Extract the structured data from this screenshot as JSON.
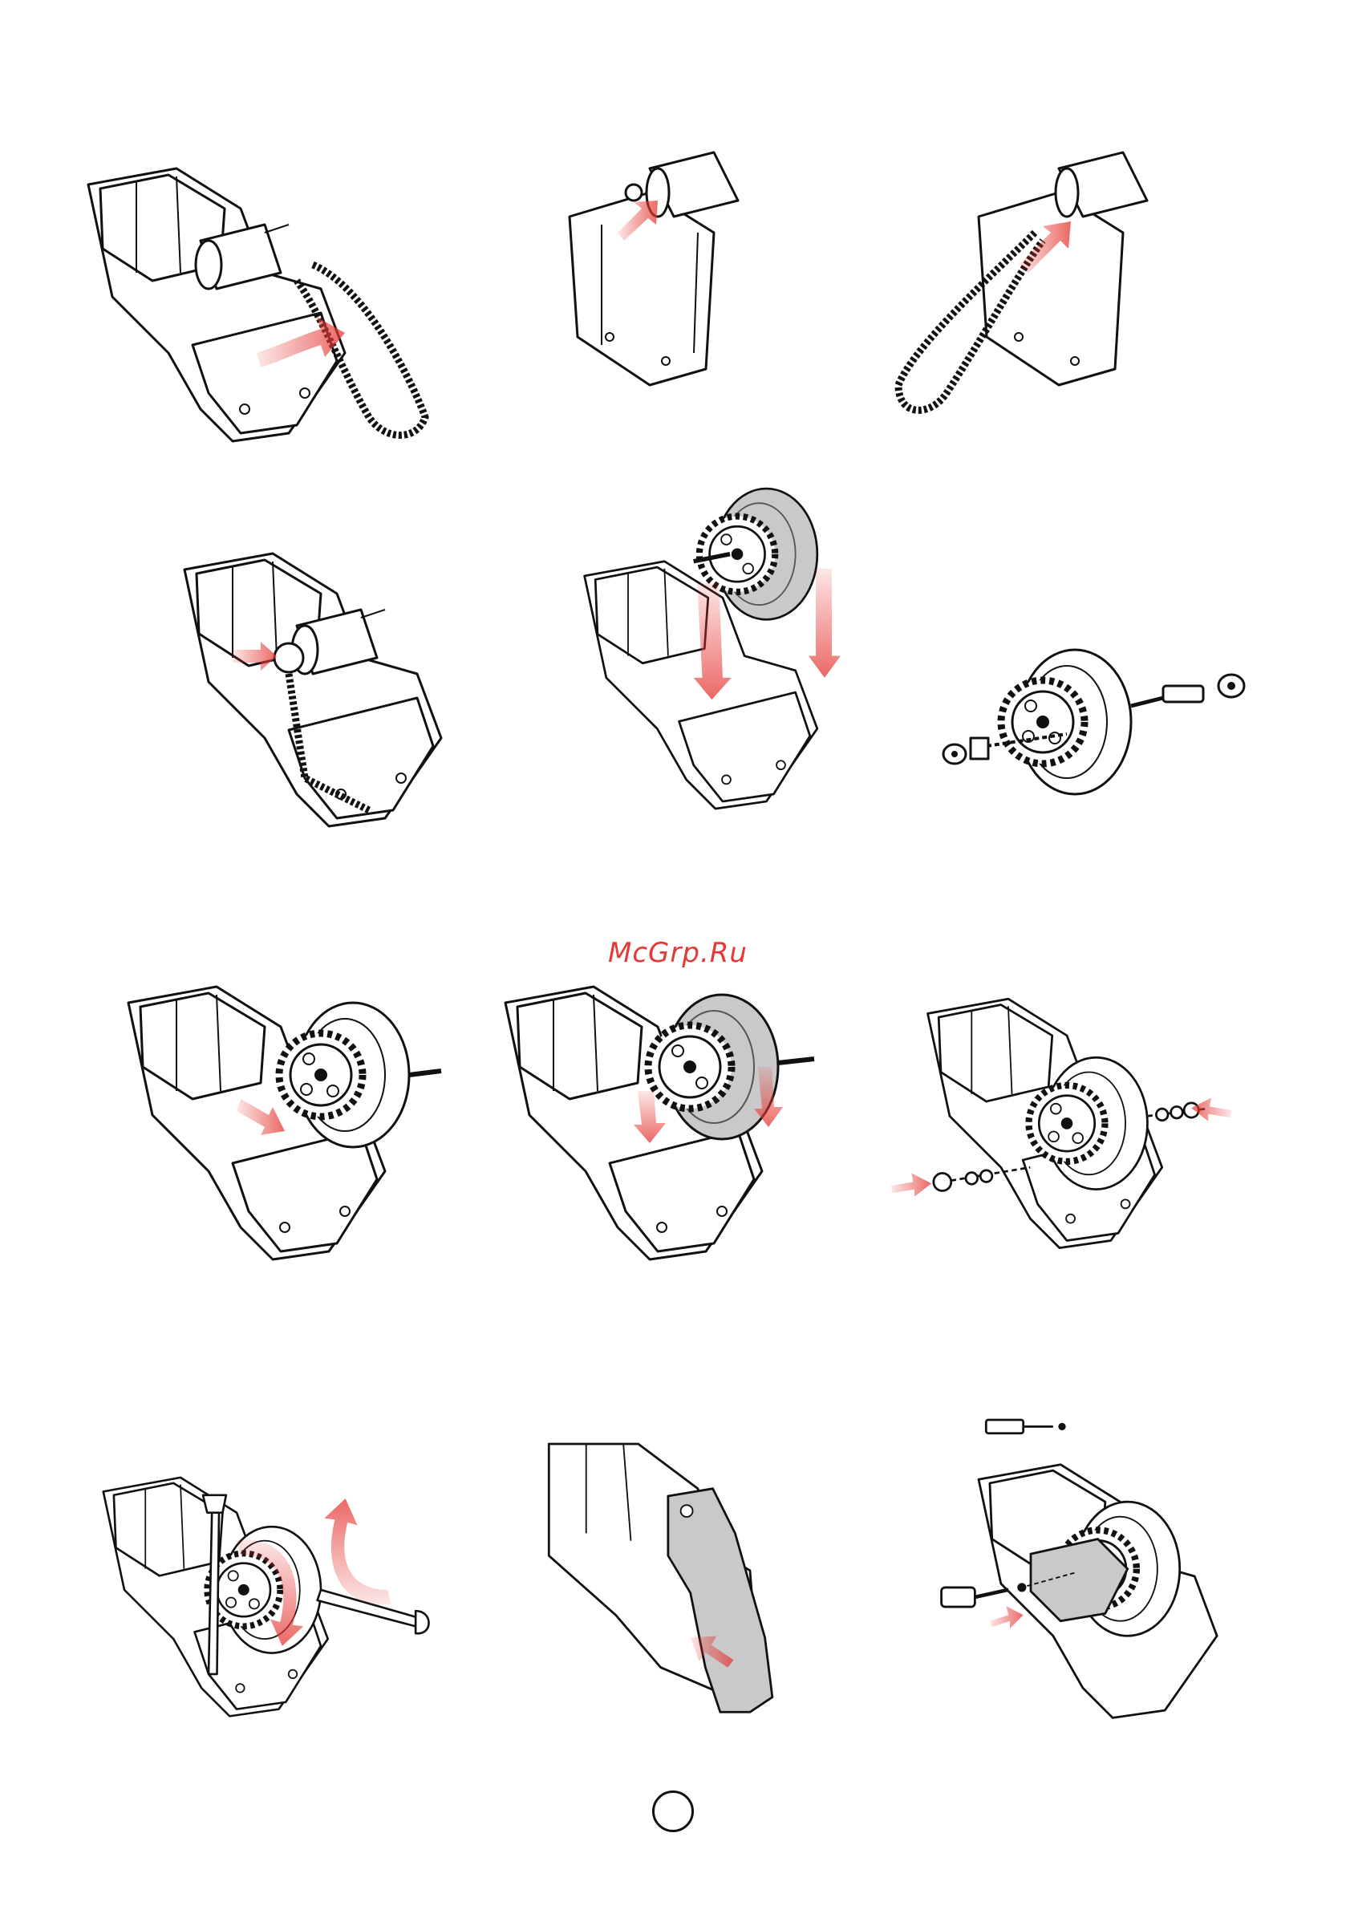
{
  "watermark": {
    "text": "McGrp.Ru",
    "color": "#e53935"
  },
  "colors": {
    "line": "#111111",
    "arrow": "#e53935",
    "gray_part": "#c9c9c9"
  },
  "page_marker": {
    "shape": "circle"
  },
  "steps": [
    {
      "id": 1,
      "icons": [
        "unit-housing",
        "motor",
        "chain",
        "red-arrow"
      ]
    },
    {
      "id": 2,
      "icons": [
        "unit-housing",
        "motor",
        "sprocket",
        "red-arrow"
      ]
    },
    {
      "id": 3,
      "icons": [
        "unit-housing",
        "motor",
        "chain",
        "red-arrow"
      ]
    },
    {
      "id": 4,
      "icons": [
        "unit-housing",
        "motor",
        "sprocket",
        "red-arrow"
      ]
    },
    {
      "id": 5,
      "icons": [
        "unit-housing",
        "wheel",
        "sprocket",
        "red-arrow"
      ]
    },
    {
      "id": 6,
      "icons": [
        "wheel",
        "sprocket",
        "axle",
        "spacer",
        "washer",
        "nut"
      ]
    },
    {
      "id": 7,
      "icons": [
        "unit-housing",
        "wheel",
        "sprocket",
        "red-arrow"
      ]
    },
    {
      "id": 8,
      "icons": [
        "unit-housing",
        "wheel",
        "sprocket",
        "red-arrow"
      ]
    },
    {
      "id": 9,
      "icons": [
        "unit-housing",
        "wheel",
        "washer",
        "nut",
        "red-arrow"
      ]
    },
    {
      "id": 10,
      "icons": [
        "unit-housing",
        "wheel",
        "wrench",
        "red-arrow"
      ]
    },
    {
      "id": 11,
      "icons": [
        "unit-housing",
        "chain-guard",
        "red-arrow"
      ]
    },
    {
      "id": 12,
      "icons": [
        "unit-housing",
        "chain-guard",
        "screwdriver",
        "screw",
        "red-arrow"
      ]
    }
  ]
}
